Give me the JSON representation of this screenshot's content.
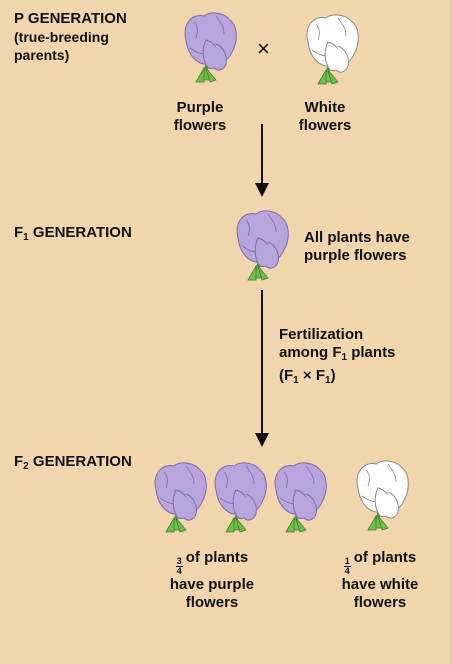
{
  "p_generation": {
    "title": "P GENERATION",
    "note_line1": "(true-breeding",
    "note_line2": "parents)",
    "cross_symbol": "×",
    "left_label_line1": "Purple",
    "left_label_line2": "flowers",
    "right_label_line1": "White",
    "right_label_line2": "flowers"
  },
  "f1_generation": {
    "title_prefix": "F",
    "title_sub": "1",
    "title_suffix": " GENERATION",
    "caption_line1": "All plants have",
    "caption_line2": "purple flowers"
  },
  "fertilization": {
    "line1": "Fertilization",
    "line2_prefix": "among F",
    "line2_sub": "1",
    "line2_suffix": " plants",
    "line3_open": "(F",
    "line3_sub_a": "1",
    "line3_mid": " × F",
    "line3_sub_b": "1",
    "line3_close": ")"
  },
  "f2_generation": {
    "title_prefix": "F",
    "title_sub": "2",
    "title_suffix": " GENERATION",
    "purple_fraction_num": "3",
    "purple_fraction_den": "4",
    "purple_caption_line1": "of plants",
    "purple_caption_line2": "have purple",
    "purple_caption_line3": "flowers",
    "white_fraction_num": "1",
    "white_fraction_den": "4",
    "white_caption_line1": "of plants",
    "white_caption_line2": "have white",
    "white_caption_line3": "flowers"
  },
  "colors": {
    "background": "#f1d6ad",
    "purple_petal": "#b7a5dd",
    "white_petal": "#ffffff",
    "leaf": "#6fbf4a",
    "text": "#111111"
  }
}
